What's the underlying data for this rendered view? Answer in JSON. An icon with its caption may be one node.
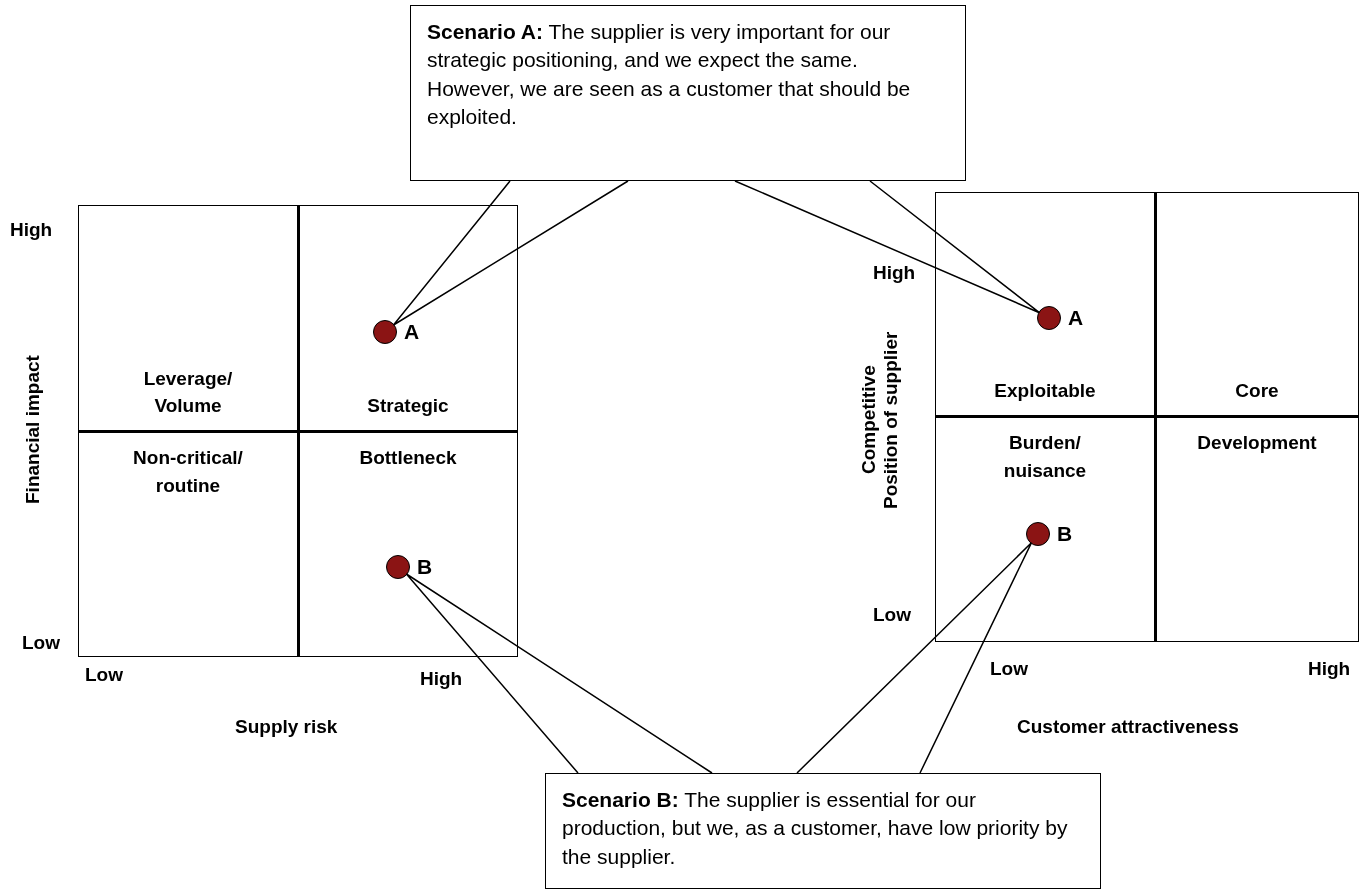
{
  "diagram": {
    "nodes": [
      {
        "text": [
          "**Scenario A:** The supplier is very important for our strategic positioning, and we expect the same. However, we are seen as a customer that should be exploited."
        ]
      },
      {
        "text": [
          "Leverage/ Volume"
        ]
      },
      {
        "text": [
          "Strategic"
        ]
      },
      {
        "text": [
          "Non-critical/ routine"
        ]
      },
      {
        "text": [
          "Bottleneck"
        ]
      },
      {
        "text": [],
        "shape": "circle",
        "beside": [
          "A"
        ],
        "in": 2
      },
      {
        "text": [],
        "shape": "circle",
        "beside": [
          "B"
        ],
        "in": 4
      },
      {
        "text": [
          "Exploitable"
        ]
      },
      {
        "text": [
          "Core"
        ]
      },
      {
        "text": [
          "Burden/ nuisance"
        ]
      },
      {
        "text": [
          "Development"
        ]
      },
      {
        "text": [],
        "shape": "circle",
        "beside": [
          "A"
        ],
        "in": 7
      },
      {
        "text": [],
        "shape": "circle",
        "beside": [
          "B"
        ],
        "in": 9
      },
      {
        "text": [
          "**Scenario B:** The supplier is essential for our production, but we, as a customer, have low priority by the supplier."
        ]
      }
    ],
    "edges": [
      {
        "from": 0,
        "to": 5,
        "arrow": "none"
      },
      {
        "from": 0,
        "to": 11,
        "arrow": "none"
      },
      {
        "from": 13,
        "to": 6,
        "arrow": "none"
      },
      {
        "from": 13,
        "to": 12,
        "arrow": "none"
      }
    ],
    "labels": [
      "High",
      "Financial impact",
      "Low",
      "Low",
      "High",
      "Supply risk",
      "High",
      "Competitive Position of supplier",
      "Low",
      "Low",
      "High",
      "Customer attractiveness"
    ]
  }
}
